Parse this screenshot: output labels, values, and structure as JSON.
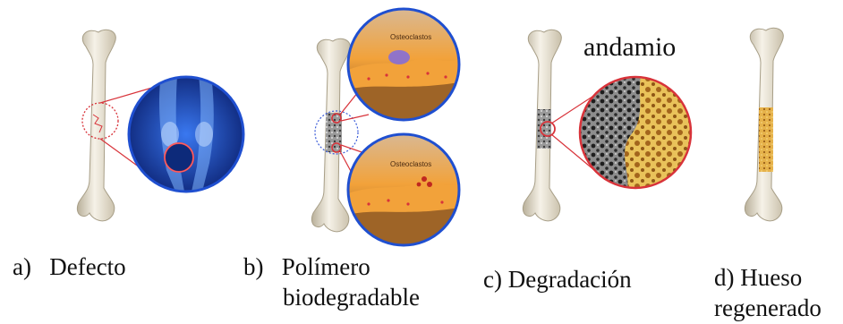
{
  "panels": [
    {
      "id": "a",
      "marker": "a)",
      "caption": [
        "Defecto"
      ]
    },
    {
      "id": "b",
      "marker": "b)",
      "caption": [
        "Polímero",
        "biodegradable"
      ]
    },
    {
      "id": "c",
      "marker": "c)",
      "caption": [
        "Degradación"
      ]
    },
    {
      "id": "d",
      "marker": "d)",
      "caption": [
        "Hueso",
        "regenerado"
      ]
    }
  ],
  "labels": {
    "scaffold": "andamio",
    "osteoclasts_top": "Osteoclastos",
    "osteoclasts_bottom": "Osteoclastos"
  },
  "colors": {
    "bone": "#ece6d6",
    "bone_shadow": "#b9b09a",
    "zoom_line": "#d8333a",
    "xray_blue": "#1f4fd0",
    "tissue_orange": "#f2a23a",
    "tissue_brown": "#7a4a20",
    "scaffold_gray": "#6d6d6d",
    "regenerated_yellow": "#e9b94a"
  }
}
